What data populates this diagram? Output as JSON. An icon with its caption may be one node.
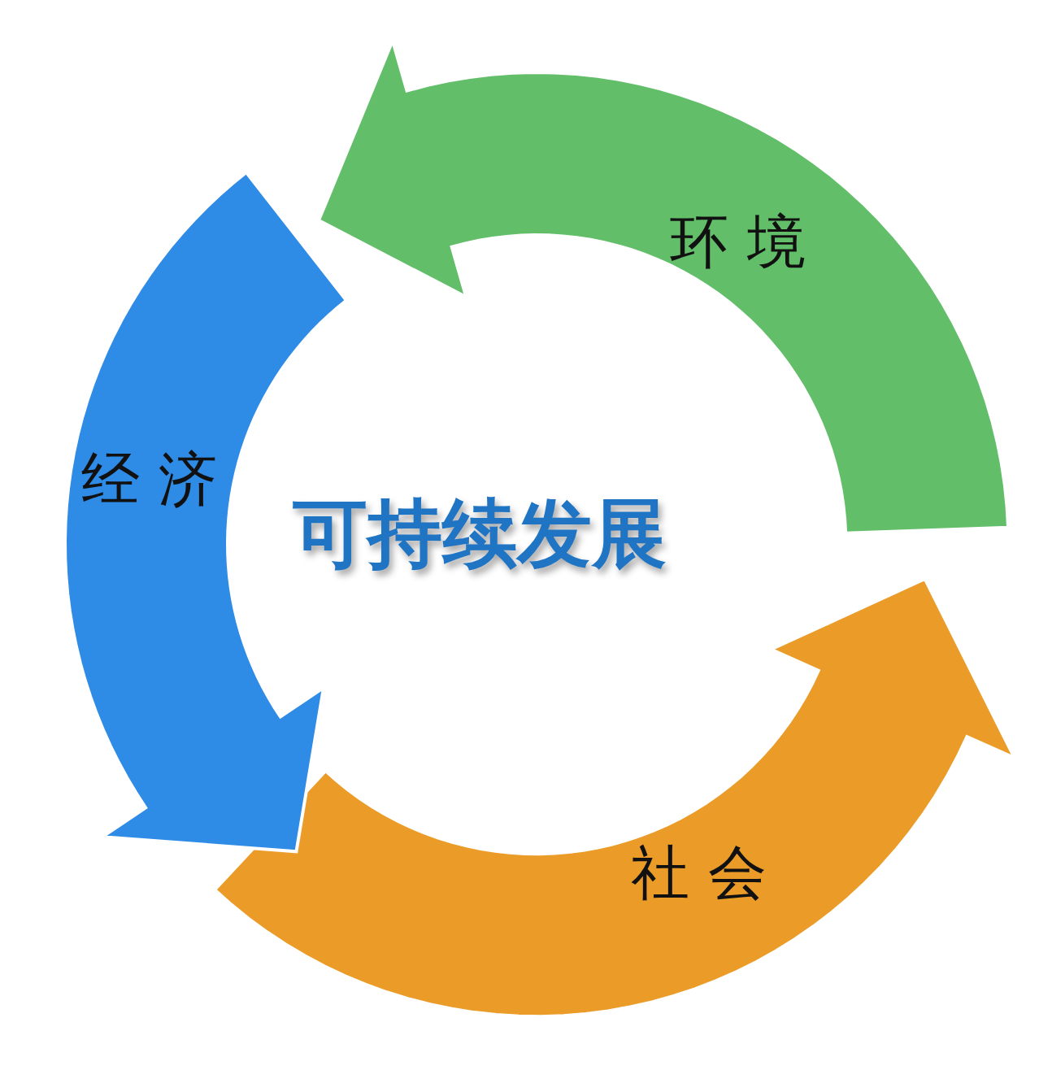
{
  "diagram": {
    "nodes": [
      {
        "text": [
          "可持续发展"
        ]
      },
      {
        "text": [
          "环 境"
        ]
      },
      {
        "text": [
          "社 会"
        ]
      },
      {
        "text": [
          "经 济"
        ]
      }
    ]
  }
}
